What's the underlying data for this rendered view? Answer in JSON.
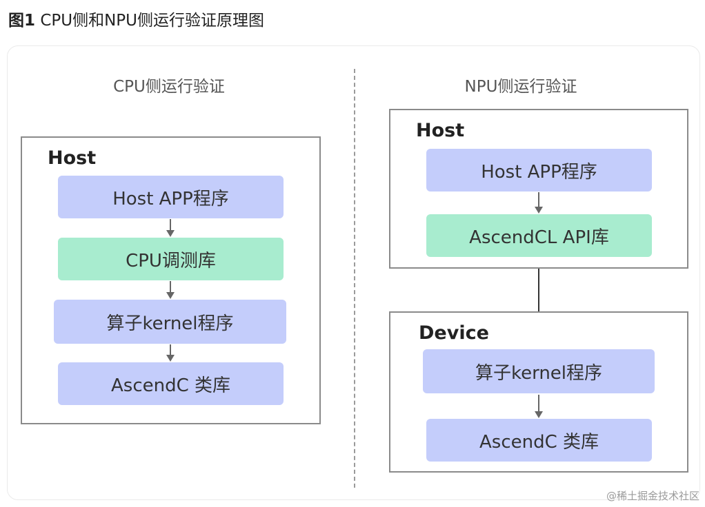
{
  "figure": {
    "label": "图1",
    "title": "CPU侧和NPU侧运行验证原理图"
  },
  "cpu_side": {
    "title": "CPU侧运行验证",
    "host": {
      "label": "Host",
      "boxes": [
        "Host APP程序",
        "CPU调测库",
        "算子kernel程序",
        "AscendC 类库"
      ]
    }
  },
  "npu_side": {
    "title": "NPU侧运行验证",
    "host": {
      "label": "Host",
      "boxes": [
        "Host APP程序",
        "AscendCL API库"
      ]
    },
    "device": {
      "label": "Device",
      "boxes": [
        "算子kernel程序",
        "AscendC 类库"
      ]
    }
  },
  "colors": {
    "blue_box": "#c4cdfb",
    "green_box": "#a8eccf",
    "border": "#8a8a8a"
  },
  "watermark": "@稀土掘金技术社区"
}
